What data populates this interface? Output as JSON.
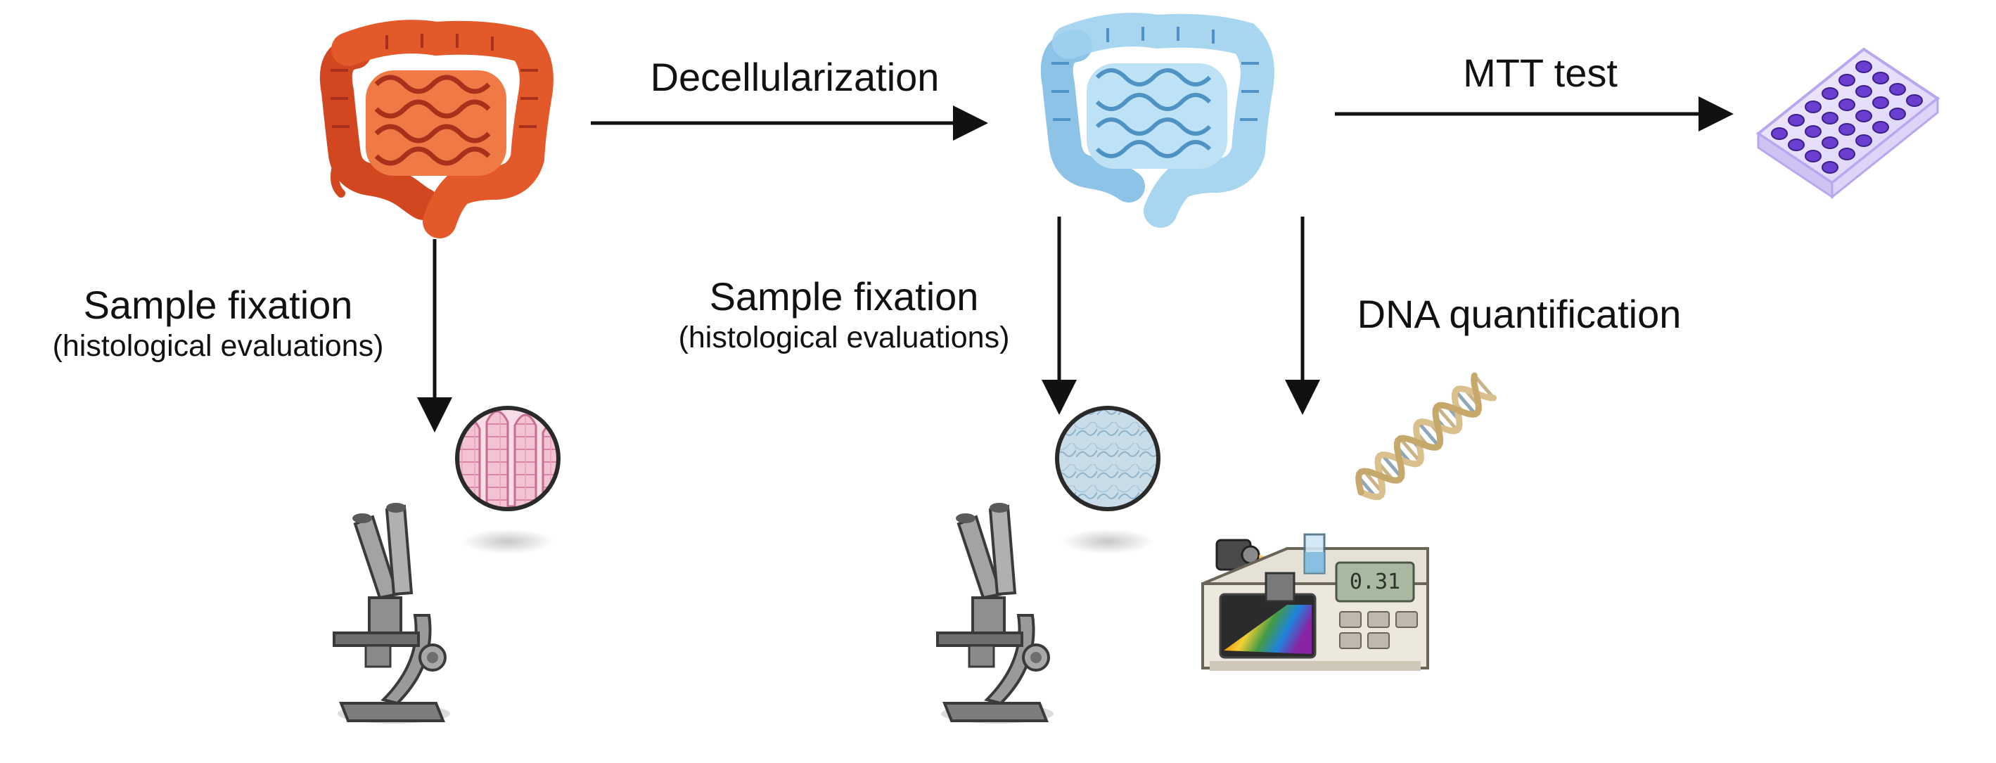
{
  "steps": {
    "decellularization": "Decellularization",
    "mtt": "MTT test",
    "dna": "DNA quantification"
  },
  "fixation_native": {
    "title": "Sample fixation",
    "subtitle": "(histological evaluations)"
  },
  "fixation_decell": {
    "title": "Sample fixation",
    "subtitle": "(histological evaluations)"
  },
  "spectro_display": "0.31",
  "colors": {
    "native_tissue": "#e8602c",
    "native_tissue_dark": "#b8381a",
    "decell_tissue": "#8ec8ea",
    "decell_tissue_dark": "#4f93c4",
    "wells": "#6a3fd0",
    "histology_native": "#e9a6bf",
    "histology_decell": "#bcd6e6",
    "arrow": "#111111",
    "microscope": "#8e8e8e"
  },
  "icons": [
    "native-intestine-icon",
    "decellularized-intestine-icon",
    "well-plate-icon",
    "microscope-icon",
    "histology-section-icon",
    "dna-helix-icon",
    "spectrophotometer-icon"
  ]
}
